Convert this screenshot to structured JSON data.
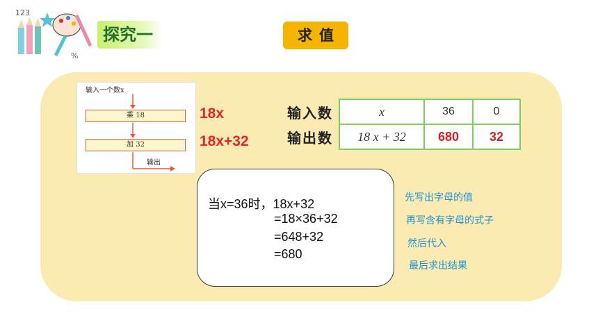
{
  "header": {
    "section_title": "探究一",
    "topic_badge": "求值"
  },
  "logo": {
    "label_numbers": "123",
    "label_percent": "%"
  },
  "flowchart": {
    "input_label": "输入一个数x",
    "step1": "乘 18",
    "step2": "加 32",
    "output_label": "输出"
  },
  "expressions": {
    "step1": "18x",
    "step2": "18x+32"
  },
  "table": {
    "row1_header": "输入数",
    "row2_header": "输出数",
    "row1": [
      "x",
      "36",
      "0"
    ],
    "row2": [
      "18 x + 32",
      "680",
      "32"
    ]
  },
  "calculation": {
    "line1": "当x=36时，18x+32",
    "line2": "=18×36+32",
    "line3": "=648+32",
    "line4": "=680"
  },
  "steps": [
    "先写出字母的值",
    "再写含有字母的式子",
    "然后代入",
    "最后求出结果"
  ],
  "colors": {
    "panel": "#fbeab2",
    "badge": "#f5b400",
    "accent_red": "#e4262b",
    "step_blue": "#1a93d6",
    "table_border": "#7ccf5c"
  }
}
